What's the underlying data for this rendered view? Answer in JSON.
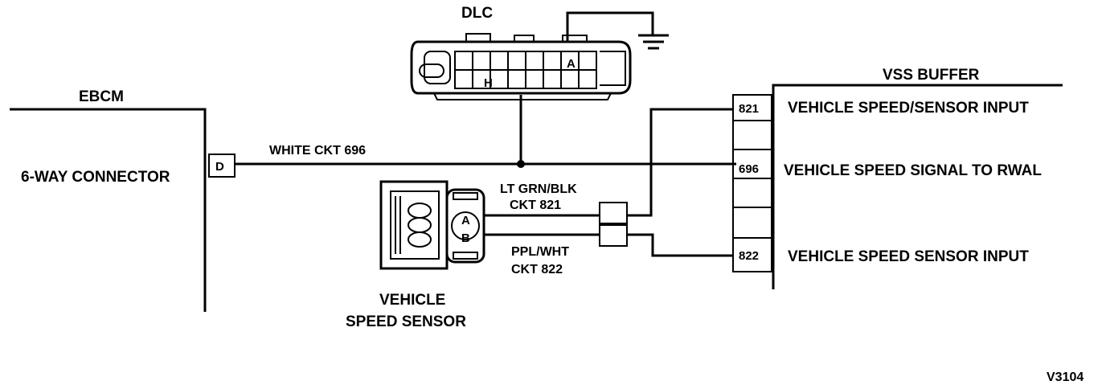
{
  "labels": {
    "dlc": "DLC",
    "ebcm": "EBCM",
    "connector": "6-WAY CONNECTOR",
    "connector_pin": "D",
    "white_ckt": "WHITE CKT 696",
    "vss_buffer": "VSS BUFFER",
    "ltgrn": "LT GRN/BLK",
    "ckt821": "CKT 821",
    "pplwht": "PPL/WHT",
    "ckt822": "CKT 822",
    "vss_line1": "VEHICLE",
    "vss_line2": "SPEED SENSOR",
    "dlc_pin_a": "A",
    "dlc_pin_h": "H",
    "sensor_pin_a": "A",
    "sensor_pin_b": "B",
    "figure_id": "V3104"
  },
  "buffer_pins": [
    {
      "num": "821",
      "desc": "VEHICLE SPEED/SENSOR INPUT"
    },
    {
      "num": "696",
      "desc": "VEHICLE SPEED SIGNAL TO RWAL"
    },
    {
      "num": "822",
      "desc": "VEHICLE SPEED SENSOR INPUT"
    }
  ]
}
